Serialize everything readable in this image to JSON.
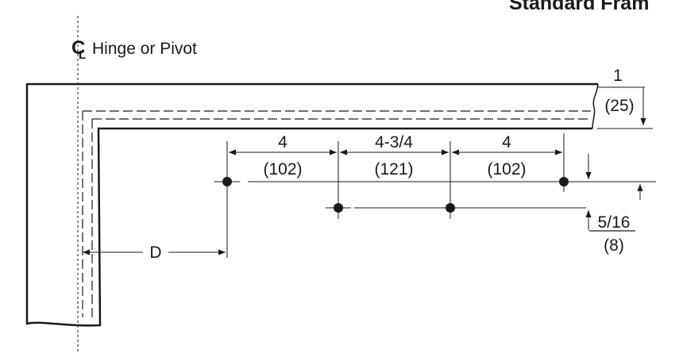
{
  "header": {
    "title": "Standard Fram"
  },
  "centerline": {
    "symbol": "CL",
    "label": "Hinge or Pivot"
  },
  "dimensions": {
    "top_offset": {
      "imperial": "1",
      "metric": "(25)"
    },
    "spacing_1": {
      "imperial": "4",
      "metric": "(102)"
    },
    "spacing_2": {
      "imperial": "4-3/4",
      "metric": "(121)"
    },
    "spacing_3": {
      "imperial": "4",
      "metric": "(102)"
    },
    "hole_offset": {
      "imperial": "5/16",
      "metric": "(8)"
    },
    "distance": {
      "label": "D"
    }
  },
  "colors": {
    "line": "#1a1a1a",
    "background": "#ffffff"
  }
}
